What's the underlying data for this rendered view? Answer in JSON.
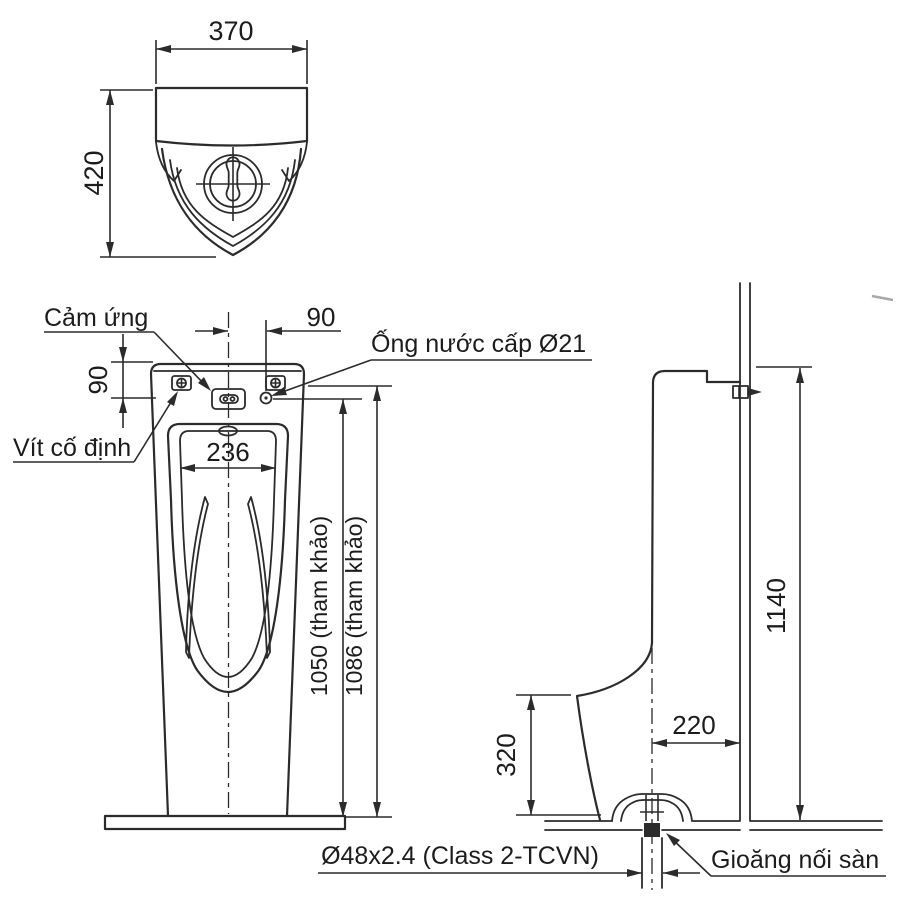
{
  "colors": {
    "background": "#ffffff",
    "line": "#2b2b2b",
    "text": "#1c1c1c",
    "artifact": "#a8a8a8"
  },
  "views": {
    "top": {
      "dim_width": "370",
      "dim_depth": "420"
    },
    "front": {
      "label_sensor": "Cảm ứng",
      "label_supply_pipe": "Ống nước cấp Ø21",
      "label_fixing_screw": "Vít cố định",
      "dim_supply_offset_horizontal": "90",
      "dim_top_offset_vertical": "90",
      "dim_bowl_width": "236",
      "dim_supply_height": "1050 (tham khảo)",
      "dim_overall_height": "1086 (tham khảo)"
    },
    "side": {
      "dim_overall_height": "1140",
      "dim_lower_body_height": "320",
      "dim_drain_to_wall": "220",
      "label_drain_pipe_spec": "Ø48x2.4 (Class 2-TCVN)",
      "label_floor_gasket": "Gioăng nối sàn"
    }
  }
}
